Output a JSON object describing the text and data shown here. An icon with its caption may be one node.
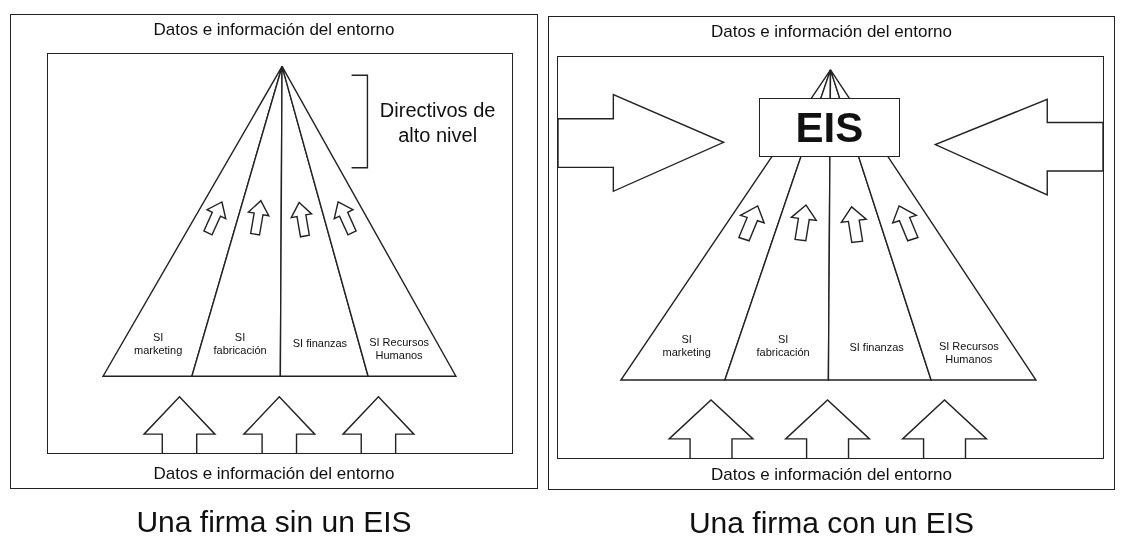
{
  "diagram": {
    "nodes": [
      {
        "text": [
          "Datos e información del entorno",
          "Datos e información del entorno"
        ],
        "beside": [
          "Una firma sin un EIS"
        ]
      },
      {
        "text": [],
        "shape": "box",
        "in": 0
      },
      {
        "text": [
          "SI marketing"
        ],
        "in": 1
      },
      {
        "text": [
          "SI fabricación"
        ],
        "in": 1
      },
      {
        "text": [
          "SI finanzas"
        ],
        "in": 1
      },
      {
        "text": [
          "SI Recursos Humanos"
        ],
        "in": 1
      },
      {
        "text": [
          "Datos e información del entorno",
          "Datos e información del entorno"
        ],
        "beside": [
          "Una firma con un EIS"
        ]
      },
      {
        "text": [],
        "shape": "box",
        "in": 6
      },
      {
        "text": [
          "EIS"
        ],
        "in": 7
      },
      {
        "text": [
          "SI marketing"
        ],
        "in": 7
      },
      {
        "text": [
          "SI fabricación"
        ],
        "in": 7
      },
      {
        "text": [
          "SI finanzas"
        ],
        "in": 7
      },
      {
        "text": [
          "SI Recursos Humanos"
        ],
        "in": 7
      }
    ],
    "labels": [
      "Directivos de alto nivel"
    ]
  }
}
